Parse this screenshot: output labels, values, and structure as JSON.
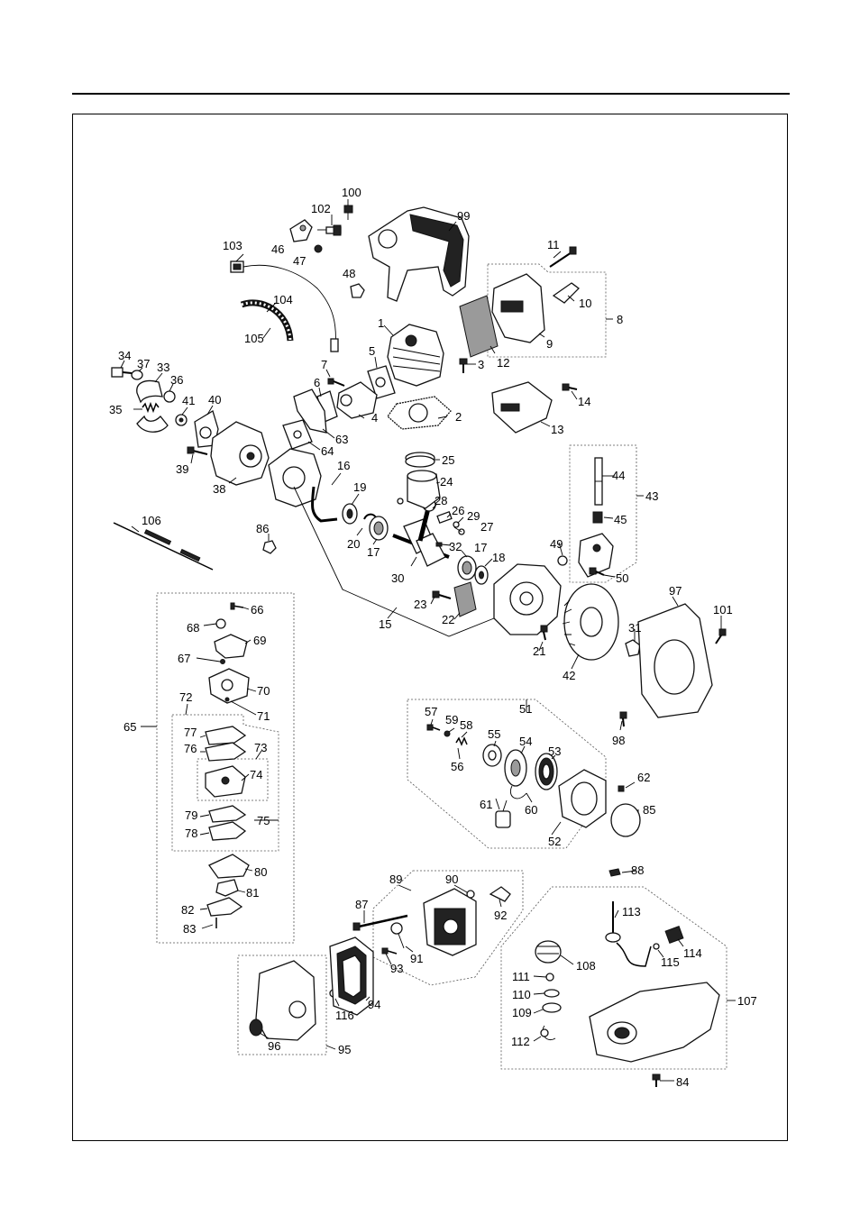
{
  "labels": {
    "l1": "1",
    "l2": "2",
    "l3": "3",
    "l4": "4",
    "l5": "5",
    "l6": "6",
    "l7": "7",
    "l8": "8",
    "l9": "9",
    "l10": "10",
    "l11": "11",
    "l12": "12",
    "l13": "13",
    "l14": "14",
    "l15": "15",
    "l16": "16",
    "l17a": "17",
    "l17b": "17",
    "l18": "18",
    "l19": "19",
    "l20": "20",
    "l21": "21",
    "l22": "22",
    "l23": "23",
    "l24": "24",
    "l25": "25",
    "l26": "26",
    "l27": "27",
    "l28": "28",
    "l29": "29",
    "l30": "30",
    "l31": "31",
    "l32": "32",
    "l33": "33",
    "l34": "34",
    "l35": "35",
    "l36": "36",
    "l37": "37",
    "l38": "38",
    "l39": "39",
    "l40": "40",
    "l41": "41",
    "l42": "42",
    "l43": "43",
    "l44": "44",
    "l45": "45",
    "l46": "46",
    "l47": "47",
    "l48": "48",
    "l49": "49",
    "l50": "50",
    "l51": "51",
    "l52": "52",
    "l53": "53",
    "l54": "54",
    "l55": "55",
    "l56": "56",
    "l57": "57",
    "l58": "58",
    "l59": "59",
    "l60": "60",
    "l61": "61",
    "l62": "62",
    "l63": "63",
    "l64": "64",
    "l65": "65",
    "l66": "66",
    "l67": "67",
    "l68": "68",
    "l69": "69",
    "l70": "70",
    "l71": "71",
    "l72": "72",
    "l73": "73",
    "l74": "74",
    "l75": "75",
    "l76": "76",
    "l77": "77",
    "l78": "78",
    "l79": "79",
    "l80": "80",
    "l81": "81",
    "l82": "82",
    "l83": "83",
    "l84": "84",
    "l85": "85",
    "l86": "86",
    "l87": "87",
    "l88": "88",
    "l89": "89",
    "l90": "90",
    "l91": "91",
    "l92": "92",
    "l93": "93",
    "l94": "94",
    "l95": "95",
    "l96": "96",
    "l97": "97",
    "l98": "98",
    "l99": "99",
    "l100": "100",
    "l101": "101",
    "l102": "102",
    "l103": "103",
    "l104": "104",
    "l105": "105",
    "l106": "106",
    "l107": "107",
    "l108": "108",
    "l109": "109",
    "l110": "110",
    "l111": "111",
    "l112": "112",
    "l113": "113",
    "l114": "114",
    "l115": "115",
    "l116": "116"
  }
}
